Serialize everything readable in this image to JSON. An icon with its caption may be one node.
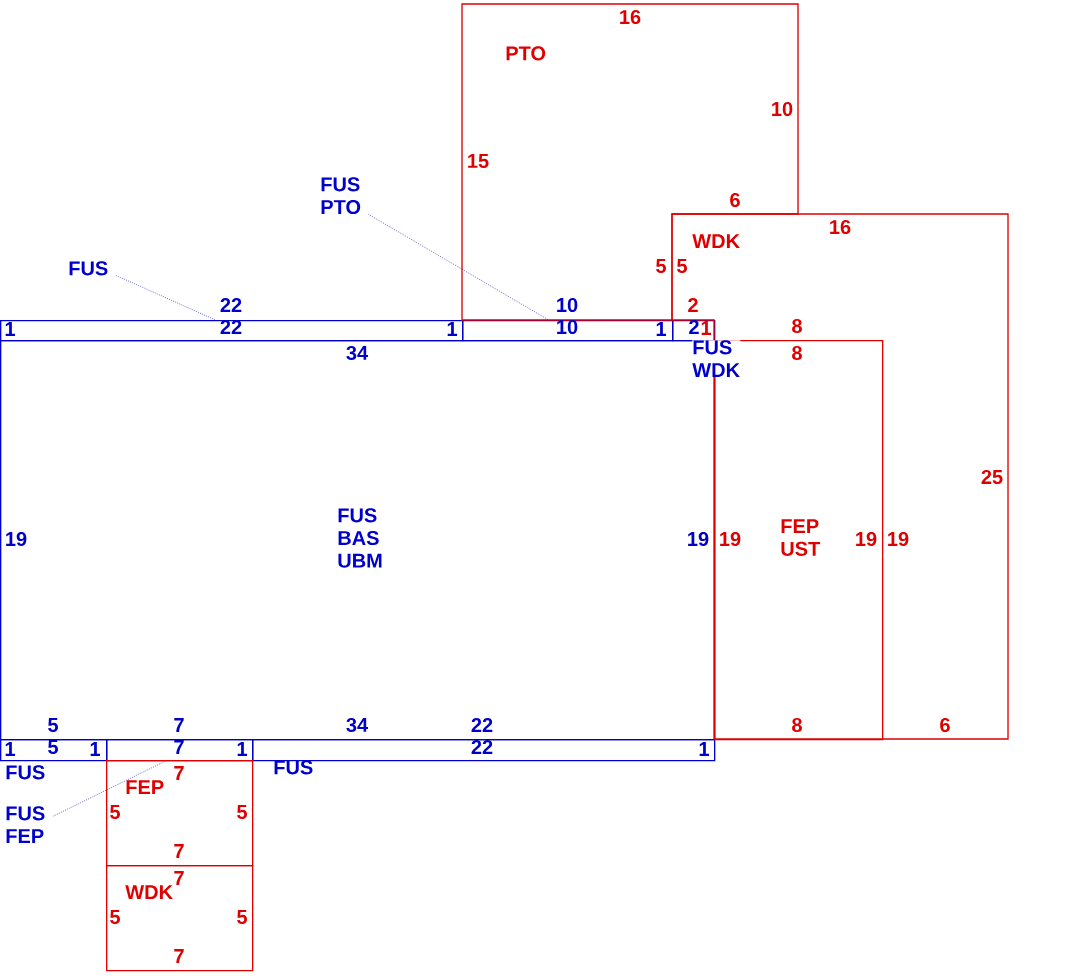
{
  "diagram": {
    "nodes": [
      {
        "text": [
          "FUS BAS UBM"
        ]
      },
      {
        "text": [],
        "shape": "bar"
      },
      {
        "text": [],
        "shape": "bar"
      },
      {
        "text": [],
        "shape": "bar"
      },
      {
        "text": [],
        "shape": "bar",
        "beside": [
          "FUS"
        ]
      },
      {
        "text": [],
        "shape": "bar"
      },
      {
        "text": [],
        "shape": "bar",
        "beside": [
          "FUS"
        ]
      },
      {
        "text": [
          "PTO"
        ]
      },
      {
        "text": [
          "WDK"
        ]
      },
      {
        "text": [
          "FEP UST"
        ],
        "in": 8
      },
      {
        "text": [
          "FEP"
        ]
      },
      {
        "text": [
          "WDK"
        ]
      },
      {
        "text": [
          "FUS"
        ]
      },
      {
        "text": [
          "FUS PTO"
        ]
      },
      {
        "text": [
          "FUS FEP"
        ]
      }
    ],
    "edges": [
      {
        "from": 12,
        "to": 1,
        "arrow": "none",
        "style": "dashed"
      },
      {
        "from": 13,
        "to": 2,
        "arrow": "none",
        "style": "dashed"
      },
      {
        "from": 14,
        "to": 5,
        "arrow": "none",
        "style": "dashed"
      }
    ],
    "labels": [
      "16",
      "10",
      "15",
      "6",
      "16",
      "5",
      "5",
      "22",
      "10",
      "2",
      "1",
      "22",
      "1",
      "10",
      "1",
      "2",
      "1",
      "8",
      "34",
      "8",
      "FUS WDK",
      "25",
      "19",
      "19",
      "19",
      "19",
      "19",
      "5",
      "7",
      "34",
      "22",
      "8",
      "6",
      "1",
      "5",
      "1",
      "7",
      "1",
      "22",
      "1",
      "7",
      "5",
      "5",
      "7",
      "7",
      "5",
      "5",
      "7"
    ]
  }
}
